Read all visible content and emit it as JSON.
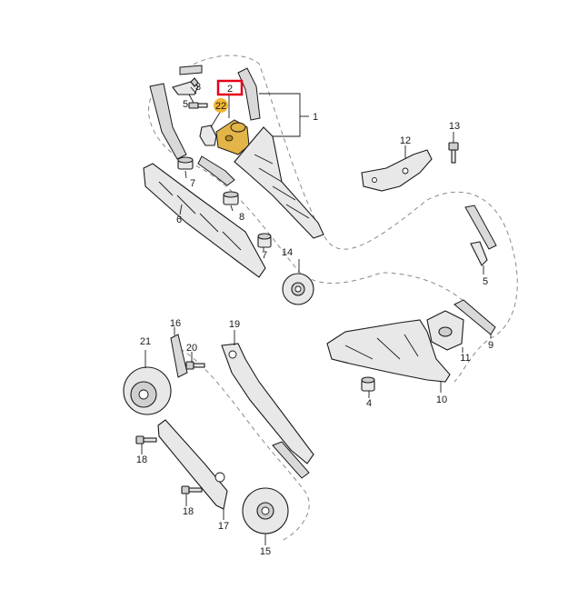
{
  "diagram": {
    "parts": [
      {
        "id": "p1",
        "label": "1"
      },
      {
        "id": "p2",
        "label": "2",
        "highlighted": true
      },
      {
        "id": "p3",
        "label": "3"
      },
      {
        "id": "p4",
        "label": "4"
      },
      {
        "id": "p5a",
        "label": "5"
      },
      {
        "id": "p5b",
        "label": "5"
      },
      {
        "id": "p6",
        "label": "6"
      },
      {
        "id": "p7a",
        "label": "7"
      },
      {
        "id": "p7b",
        "label": "7"
      },
      {
        "id": "p8",
        "label": "8"
      },
      {
        "id": "p9",
        "label": "9"
      },
      {
        "id": "p10",
        "label": "10"
      },
      {
        "id": "p11",
        "label": "11"
      },
      {
        "id": "p12",
        "label": "12"
      },
      {
        "id": "p13",
        "label": "13"
      },
      {
        "id": "p14",
        "label": "14"
      },
      {
        "id": "p15",
        "label": "15"
      },
      {
        "id": "p16",
        "label": "16"
      },
      {
        "id": "p17",
        "label": "17"
      },
      {
        "id": "p18a",
        "label": "18"
      },
      {
        "id": "p18b",
        "label": "18"
      },
      {
        "id": "p19",
        "label": "19"
      },
      {
        "id": "p20",
        "label": "20"
      },
      {
        "id": "p21",
        "label": "21"
      },
      {
        "id": "p22",
        "label": "22",
        "marked": true
      }
    ],
    "colors": {
      "highlight_box": "#e3001b",
      "marker_fill": "#f2b632",
      "tensioner_fill": "#e3b448"
    }
  }
}
